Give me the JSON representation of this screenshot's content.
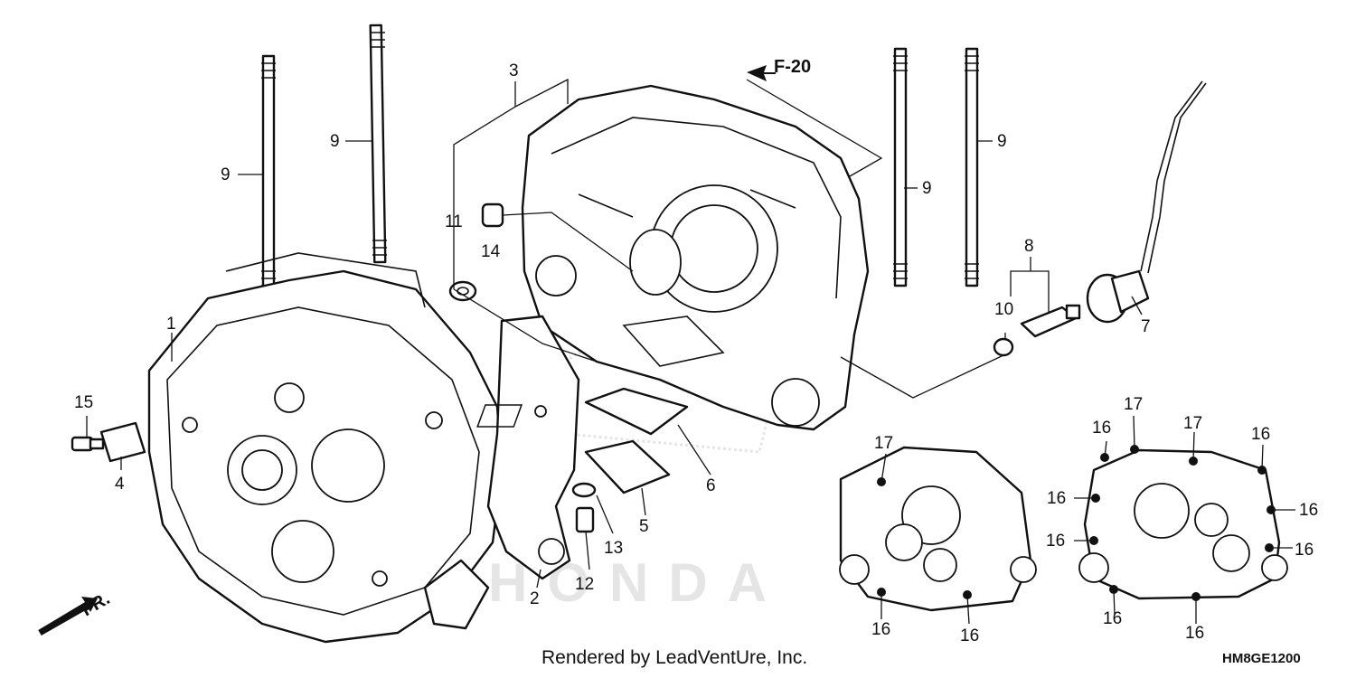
{
  "footer": {
    "render_credit": "Rendered by LeadVentUre, Inc.",
    "diagram_code": "HM8GE1200"
  },
  "references": {
    "f20": "F-20",
    "front": "FR."
  },
  "watermark": {
    "brand_text": "HONDA",
    "color": "#c8c8c8"
  },
  "callouts": {
    "c1": "1",
    "c2": "2",
    "c3": "3",
    "c4": "4",
    "c5": "5",
    "c6": "6",
    "c7": "7",
    "c8": "8",
    "c9a": "9",
    "c9b": "9",
    "c9c": "9",
    "c9d": "9",
    "c10": "10",
    "c11": "11",
    "c12": "12",
    "c13": "13",
    "c14": "14",
    "c15": "15",
    "c16a": "16",
    "c16b": "16",
    "c16c": "16",
    "c16d": "16",
    "c16e": "16",
    "c16f": "16",
    "c16g": "16",
    "c16h": "16",
    "c16i": "16",
    "c16j": "16",
    "c17a": "17",
    "c17b": "17",
    "c17c": "17"
  },
  "colors": {
    "line": "#111111",
    "background": "#ffffff"
  }
}
